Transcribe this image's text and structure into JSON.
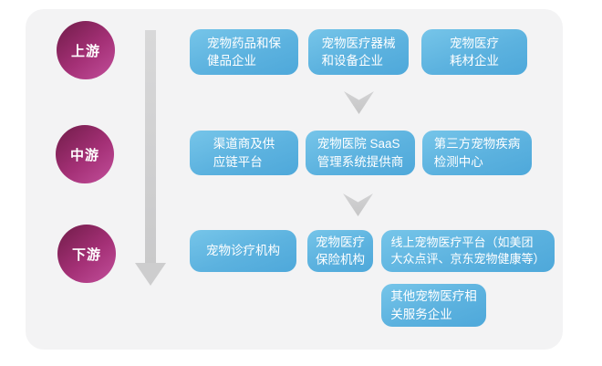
{
  "colors": {
    "panel_bg": "#f3f3f4",
    "stage_circle_magenta": "#a43076",
    "box_blue": "#5cb2df",
    "arrow_gray": "#cdcdce",
    "text_white": "#ffffff"
  },
  "stages": [
    {
      "label": "上游",
      "boxes": [
        {
          "text": "宠物药品和保\n健品企业"
        },
        {
          "text": "宠物医疗器械\n和设备企业"
        },
        {
          "text": "宠物医疗\n耗材企业"
        }
      ]
    },
    {
      "label": "中游",
      "boxes": [
        {
          "text": "渠道商及供\n应链平台"
        },
        {
          "text": "宠物医院 SaaS\n管理系统提供商"
        },
        {
          "text": "第三方宠物疾病\n检测中心"
        }
      ]
    },
    {
      "label": "下游",
      "boxes": [
        {
          "text": "宠物诊疗机构"
        },
        {
          "text": "宠物医疗\n保险机构"
        },
        {
          "text": "线上宠物医疗平台（如美团\n大众点评、京东宠物健康等）"
        },
        {
          "text": "其他宠物医疗相\n关服务企业"
        }
      ]
    }
  ]
}
